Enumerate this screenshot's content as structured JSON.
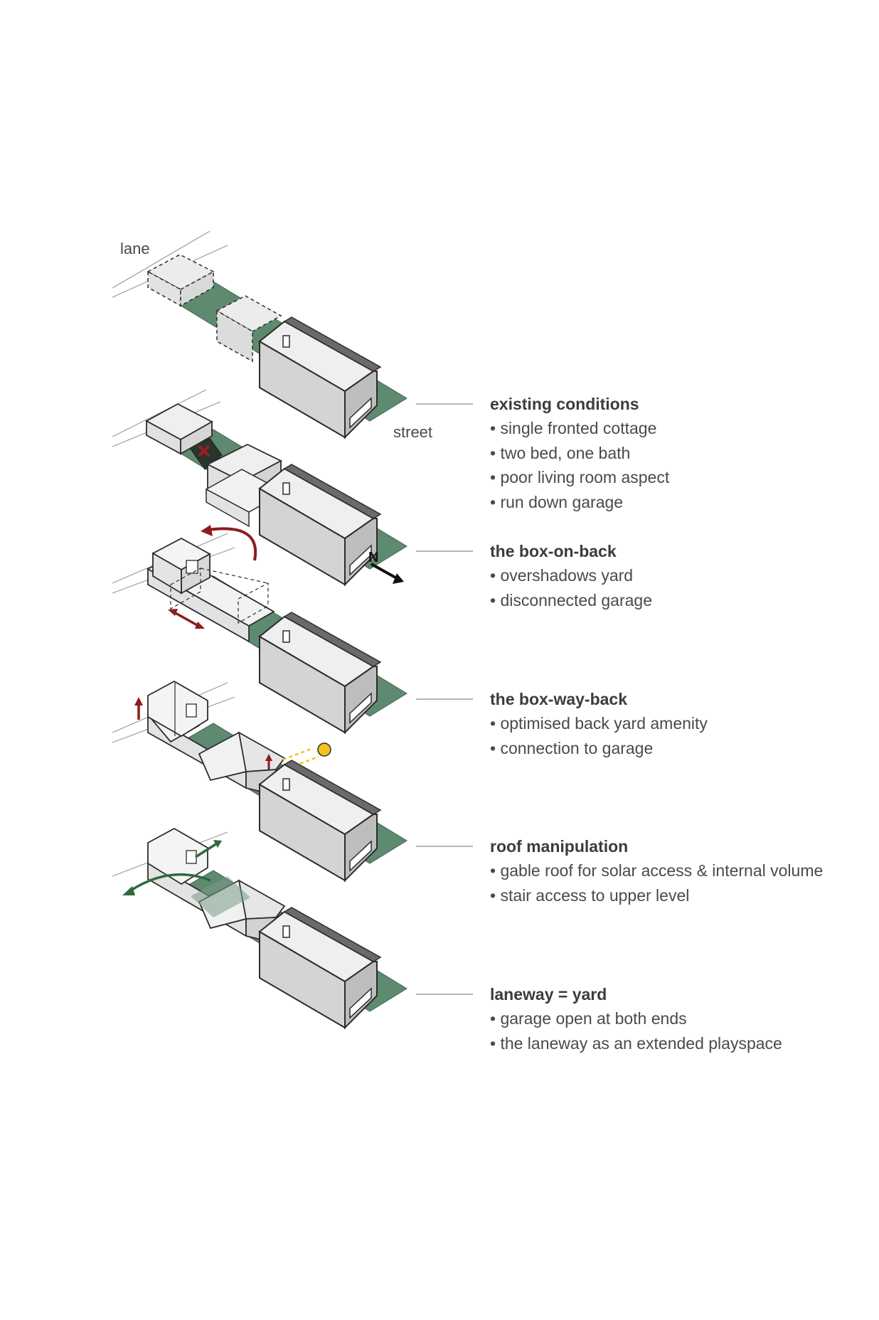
{
  "labels": {
    "lane": "lane",
    "street": "street",
    "north": "N"
  },
  "steps": [
    {
      "title": "existing conditions",
      "bullets": [
        "• single fronted cottage",
        "• two bed, one bath",
        "• poor living room aspect",
        "• run down garage"
      ]
    },
    {
      "title": "the box-on-back",
      "bullets": [
        "• overshadows yard",
        "• disconnected garage"
      ]
    },
    {
      "title": "the box-way-back",
      "bullets": [
        "• optimised back yard amenity",
        "• connection to garage"
      ]
    },
    {
      "title": "roof manipulation",
      "bullets": [
        "• gable roof for solar access & internal volume",
        "• stair access to upper level"
      ]
    },
    {
      "title": "laneway = yard",
      "bullets": [
        "• garage open at both ends",
        "• the laneway as an extended playspace"
      ]
    }
  ],
  "colors": {
    "lot": "#5e8a70",
    "lot_edge": "#3f6650",
    "arrow_red": "#8e1c1c",
    "arrow_green": "#2e6a3a",
    "sun": "#f3c21a"
  }
}
